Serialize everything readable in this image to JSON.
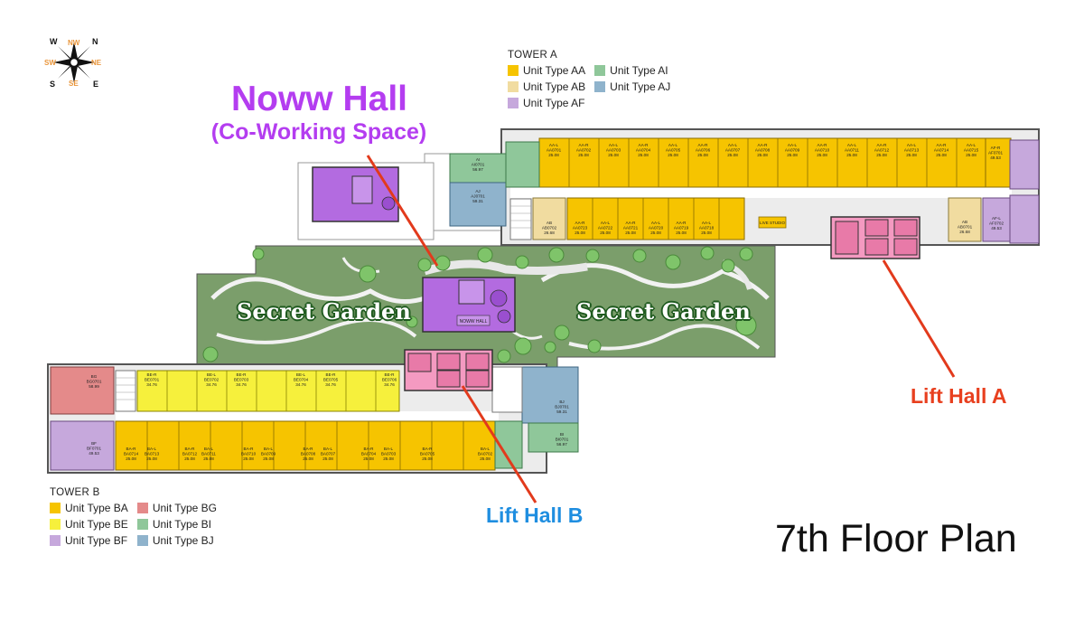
{
  "title": "7th Floor Plan",
  "compass": {
    "n": "N",
    "w": "W",
    "s": "S",
    "e": "E",
    "nw": "NW",
    "sw": "SW",
    "ne": "NE",
    "se": "SE"
  },
  "tower_a": {
    "heading": "TOWER A",
    "legend": [
      {
        "label": "Unit Type AA",
        "color": "#f6c400"
      },
      {
        "label": "Unit Type AI",
        "color": "#8fc79a"
      },
      {
        "label": "Unit Type AB",
        "color": "#f1dca0"
      },
      {
        "label": "Unit Type AJ",
        "color": "#8fb3cc"
      },
      {
        "label": "Unit Type AF",
        "color": "#c6a8dc"
      }
    ]
  },
  "tower_b": {
    "heading": "TOWER B",
    "legend": [
      {
        "label": "Unit Type BA",
        "color": "#f6c400"
      },
      {
        "label": "Unit Type BG",
        "color": "#e48a8a"
      },
      {
        "label": "Unit Type BE",
        "color": "#f6f03c"
      },
      {
        "label": "Unit Type BI",
        "color": "#8fc79a"
      },
      {
        "label": "Unit Type BF",
        "color": "#c6a8dc"
      },
      {
        "label": "Unit Type BJ",
        "color": "#8fb3cc"
      }
    ]
  },
  "callouts": {
    "noww_hall": "Noww Hall",
    "noww_hall_sub": "(Co-Working Space)",
    "lift_hall_a": "Lift Hall A",
    "lift_hall_b": "Lift Hall B"
  },
  "gardens": [
    "Secret Garden",
    "Secret Garden"
  ],
  "room_labels": {
    "noww_hall": "NOWW HALL",
    "live_studio": "LIVE STUDIO"
  },
  "units_a_top": [
    {
      "type": "AA-L",
      "code": "AA0701",
      "area": "25.08"
    },
    {
      "type": "AA-R",
      "code": "AA0702",
      "area": "25.08"
    },
    {
      "type": "AA-L",
      "code": "AA0703",
      "area": "25.08"
    },
    {
      "type": "AA-R",
      "code": "AA0704",
      "area": "25.08"
    },
    {
      "type": "AA-L",
      "code": "AA0705",
      "area": "25.08"
    },
    {
      "type": "AA-R",
      "code": "AA0706",
      "area": "25.08"
    },
    {
      "type": "AA-L",
      "code": "AA0707",
      "area": "25.08"
    },
    {
      "type": "AA-R",
      "code": "AA0708",
      "area": "25.08"
    },
    {
      "type": "AA-L",
      "code": "AA0709",
      "area": "25.08"
    },
    {
      "type": "AA-R",
      "code": "AA0710",
      "area": "25.08"
    },
    {
      "type": "AA-L",
      "code": "AA0711",
      "area": "25.08"
    },
    {
      "type": "AA-R",
      "code": "AA0712",
      "area": "25.08"
    },
    {
      "type": "AA-L",
      "code": "AA0713",
      "area": "25.08"
    },
    {
      "type": "AA-R",
      "code": "AA0714",
      "area": "25.08"
    },
    {
      "type": "AA-L",
      "code": "AA0715",
      "area": "25.08"
    }
  ],
  "units_a_bottom": [
    {
      "type": "AB",
      "code": "AB0702",
      "area": "26.68"
    },
    {
      "type": "AA-R",
      "code": "AA0723",
      "area": "25.08"
    },
    {
      "type": "AA-L",
      "code": "AA0722",
      "area": "25.08"
    },
    {
      "type": "AA-R",
      "code": "AA0721",
      "area": "25.08"
    },
    {
      "type": "AA-L",
      "code": "AA0720",
      "area": "25.08"
    },
    {
      "type": "AA-R",
      "code": "AA0719",
      "area": "25.08"
    },
    {
      "type": "AA-L",
      "code": "AA0718",
      "area": "25.08"
    }
  ],
  "units_a_misc": [
    {
      "type": "AI",
      "code": "AI0701",
      "area": "56.97"
    },
    {
      "type": "AJ",
      "code": "AJ0701",
      "area": "59.31"
    },
    {
      "type": "AF-R",
      "code": "AF0701",
      "area": "49.53"
    },
    {
      "type": "AF-L",
      "code": "AF0702",
      "area": "49.53"
    },
    {
      "type": "AB",
      "code": "AB0701",
      "area": "26.68"
    }
  ],
  "units_b_top": [
    {
      "type": "BE-R",
      "code": "BE0701",
      "area": "34.76"
    },
    {
      "type": "BE-L",
      "code": "BE0702",
      "area": "34.76"
    },
    {
      "type": "BE-R",
      "code": "BE0703",
      "area": "34.76"
    },
    {
      "type": "BE-L",
      "code": "BE0704",
      "area": "34.76"
    },
    {
      "type": "BE-R",
      "code": "BE0705",
      "area": "34.76"
    },
    {
      "type": "BE-R",
      "code": "BE0706",
      "area": "34.76"
    }
  ],
  "units_b_bottom": [
    {
      "type": "BA-R",
      "code": "BA0714",
      "area": "25.08"
    },
    {
      "type": "BA-L",
      "code": "BA0713",
      "area": "25.08"
    },
    {
      "type": "BA-R",
      "code": "BA0712",
      "area": "25.08"
    },
    {
      "type": "BA-L",
      "code": "BA0711",
      "area": "25.08"
    },
    {
      "type": "BA-R",
      "code": "BA0710",
      "area": "25.08"
    },
    {
      "type": "BA-L",
      "code": "BA0709",
      "area": "25.08"
    },
    {
      "type": "BA-R",
      "code": "BA0708",
      "area": "25.08"
    },
    {
      "type": "BA-L",
      "code": "BA0707",
      "area": "25.08"
    },
    {
      "type": "BA-R",
      "code": "BA0704",
      "area": "25.08"
    },
    {
      "type": "BA-L",
      "code": "BA0703",
      "area": "25.08"
    },
    {
      "type": "BA-R",
      "code": "BA0705",
      "area": "25.08"
    },
    {
      "type": "BA-L",
      "code": "BA0702",
      "area": "25.08"
    }
  ],
  "units_b_misc": [
    {
      "type": "BG",
      "code": "BG0701",
      "area": "58.99"
    },
    {
      "type": "BF",
      "code": "BF0701",
      "area": "49.53"
    },
    {
      "type": "BJ",
      "code": "BJ0701",
      "area": "59.31"
    },
    {
      "type": "BI",
      "code": "BI0701",
      "area": "56.97"
    }
  ]
}
